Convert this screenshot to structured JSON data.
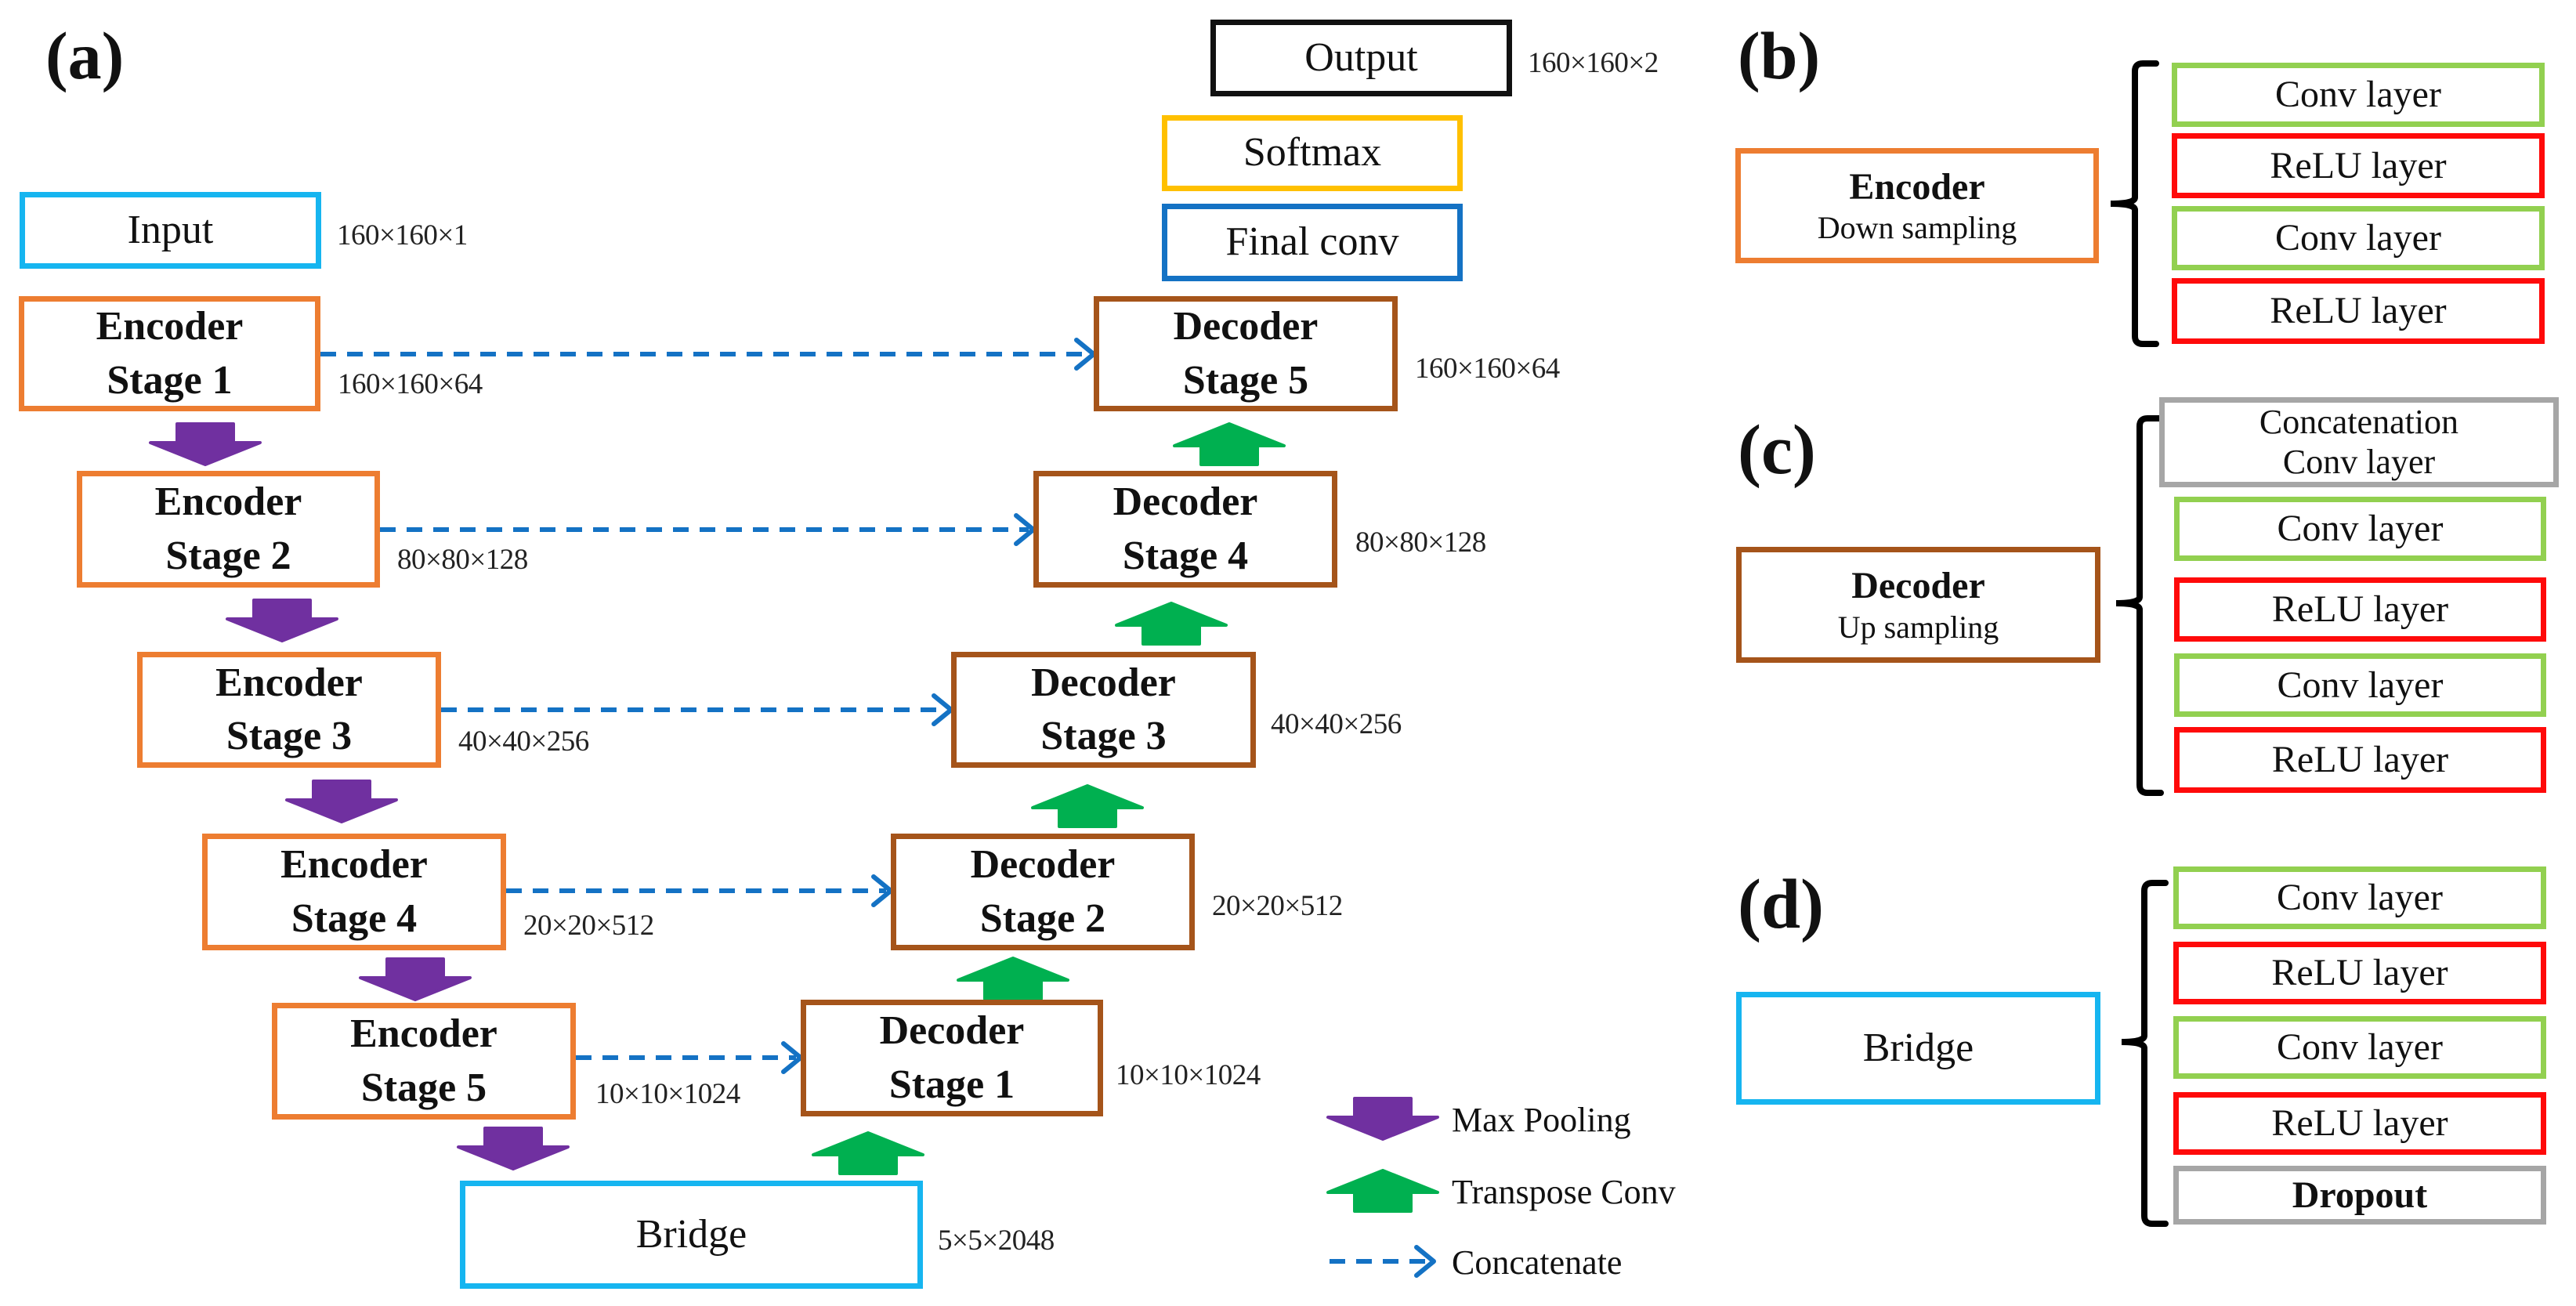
{
  "panels": {
    "a": {
      "label": "(a)"
    },
    "b": {
      "label": "(b)"
    },
    "c": {
      "label": "(c)"
    },
    "d": {
      "label": "(d)"
    }
  },
  "network": {
    "input": {
      "label": "Input",
      "dims": "160×160×1"
    },
    "output": {
      "label": "Output",
      "dims": "160×160×2"
    },
    "softmax": {
      "label": "Softmax"
    },
    "final_conv": {
      "label": "Final conv"
    },
    "bridge": {
      "label": "Bridge",
      "dims": "5×5×2048"
    },
    "encoders": [
      {
        "line1": "Encoder",
        "line2": "Stage 1",
        "dims": "160×160×64"
      },
      {
        "line1": "Encoder",
        "line2": "Stage 2",
        "dims": "80×80×128"
      },
      {
        "line1": "Encoder",
        "line2": "Stage 3",
        "dims": "40×40×256"
      },
      {
        "line1": "Encoder",
        "line2": "Stage 4",
        "dims": "20×20×512"
      },
      {
        "line1": "Encoder",
        "line2": "Stage 5",
        "dims": "10×10×1024"
      }
    ],
    "decoders": [
      {
        "line1": "Decoder",
        "line2": "Stage 1",
        "dims": "10×10×1024"
      },
      {
        "line1": "Decoder",
        "line2": "Stage 2",
        "dims": "20×20×512"
      },
      {
        "line1": "Decoder",
        "line2": "Stage 3",
        "dims": "40×40×256"
      },
      {
        "line1": "Decoder",
        "line2": "Stage 4",
        "dims": "80×80×128"
      },
      {
        "line1": "Decoder",
        "line2": "Stage 5",
        "dims": "160×160×64"
      }
    ],
    "connections": {
      "max_pooling": [
        "Encoder Stage 1 → Encoder Stage 2",
        "Encoder Stage 2 → Encoder Stage 3",
        "Encoder Stage 3 → Encoder Stage 4",
        "Encoder Stage 4 → Encoder Stage 5",
        "Encoder Stage 5 → Bridge"
      ],
      "transpose_conv": [
        "Bridge → Decoder Stage 1",
        "Decoder Stage 1 → Decoder Stage 2",
        "Decoder Stage 2 → Decoder Stage 3",
        "Decoder Stage 3 → Decoder Stage 4",
        "Decoder Stage 4 → Decoder Stage 5"
      ],
      "concatenate": [
        "Encoder Stage 1 → Decoder Stage 5",
        "Encoder Stage 2 → Decoder Stage 4",
        "Encoder Stage 3 → Decoder Stage 3",
        "Encoder Stage 4 → Decoder Stage 2",
        "Encoder Stage 5 → Decoder Stage 1"
      ]
    }
  },
  "legend": {
    "items": [
      {
        "icon": "purple-down-arrow",
        "label": "Max Pooling"
      },
      {
        "icon": "green-up-arrow",
        "label": "Transpose Conv"
      },
      {
        "icon": "blue-dashed-arrow",
        "label": "Concatenate"
      }
    ]
  },
  "detail_b": {
    "title": "Encoder",
    "subtitle": "Down sampling",
    "layers": [
      "Conv layer",
      "ReLU layer",
      "Conv layer",
      "ReLU layer"
    ]
  },
  "detail_c": {
    "title": "Decoder",
    "subtitle": "Up sampling",
    "concat_line1": "Concatenation",
    "concat_line2": "Conv layer",
    "layers": [
      "Conv layer",
      "ReLU layer",
      "Conv layer",
      "ReLU layer"
    ]
  },
  "detail_d": {
    "title": "Bridge",
    "layers": [
      "Conv layer",
      "ReLU layer",
      "Conv layer",
      "ReLU layer"
    ],
    "dropout": "Dropout"
  },
  "colors": {
    "encoder": "#ed7d31",
    "decoder": "#a5541a",
    "input_bridge": "#16b5f0",
    "softmax": "#ffc000",
    "final_conv": "#1472c4",
    "output": "#111111",
    "conv_layer": "#92d050",
    "relu_layer": "#ff0a0a",
    "concat_dropout": "#a6a6a6",
    "max_pooling_arrow": "#7030a0",
    "transpose_conv_arrow": "#00b050",
    "concatenate_line": "#1472c4"
  }
}
